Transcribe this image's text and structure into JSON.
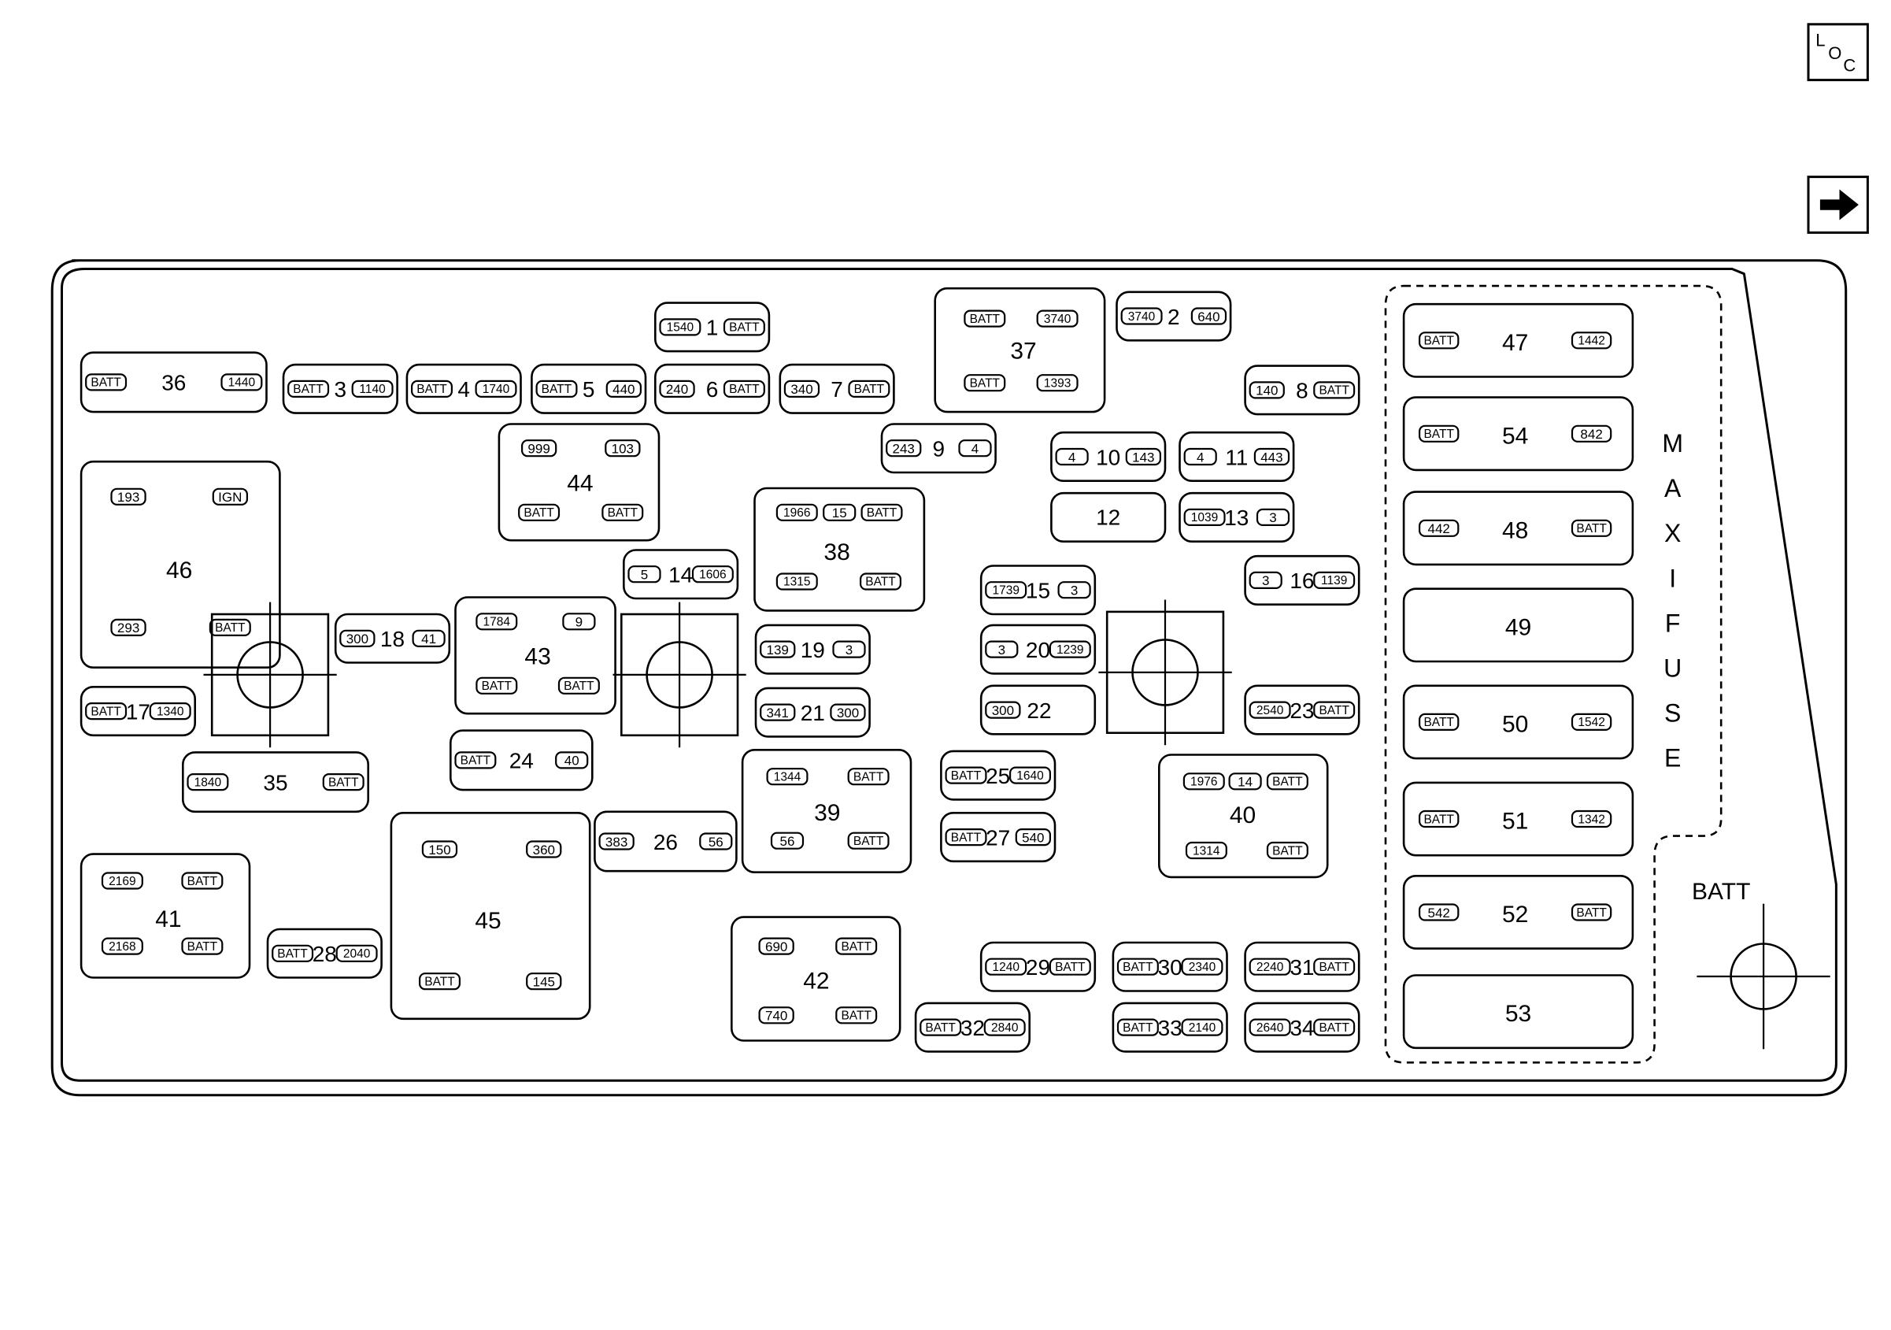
{
  "buttons": {
    "locator": {
      "letters": [
        "L",
        "O",
        "C"
      ]
    },
    "next": {}
  },
  "side_label": [
    "M",
    "A",
    "X",
    "I",
    "F",
    "U",
    "S",
    "E"
  ],
  "batt_label": "BATT",
  "fuses": [
    {
      "id": "1",
      "left": "1540",
      "right": "BATT"
    },
    {
      "id": "2",
      "left": "3740",
      "right": "640"
    },
    {
      "id": "3",
      "left": "BATT",
      "right": "1140"
    },
    {
      "id": "4",
      "left": "BATT",
      "right": "1740"
    },
    {
      "id": "5",
      "left": "BATT",
      "right": "440"
    },
    {
      "id": "6",
      "left": "240",
      "right": "BATT"
    },
    {
      "id": "7",
      "left": "340",
      "right": "BATT"
    },
    {
      "id": "8",
      "left": "140",
      "right": "BATT"
    },
    {
      "id": "9",
      "left": "243",
      "right": "4"
    },
    {
      "id": "10",
      "left": "4",
      "right": "143"
    },
    {
      "id": "11",
      "left": "4",
      "right": "443"
    },
    {
      "id": "12",
      "left": "",
      "right": ""
    },
    {
      "id": "13",
      "left": "1039",
      "right": "3"
    },
    {
      "id": "14",
      "left": "5",
      "right": "1606"
    },
    {
      "id": "15",
      "left": "1739",
      "right": "3"
    },
    {
      "id": "16",
      "left": "3",
      "right": "1139"
    },
    {
      "id": "17",
      "left": "BATT",
      "right": "1340"
    },
    {
      "id": "18",
      "left": "300",
      "right": "41"
    },
    {
      "id": "19",
      "left": "139",
      "right": "3"
    },
    {
      "id": "20",
      "left": "3",
      "right": "1239"
    },
    {
      "id": "21",
      "left": "341",
      "right": "300"
    },
    {
      "id": "22",
      "left": "300",
      "right": ""
    },
    {
      "id": "23",
      "left": "2540",
      "right": "BATT"
    },
    {
      "id": "24",
      "left": "BATT",
      "right": "40"
    },
    {
      "id": "25",
      "left": "BATT",
      "right": "1640"
    },
    {
      "id": "26",
      "left": "383",
      "right": "56"
    },
    {
      "id": "27",
      "left": "BATT",
      "right": "540"
    },
    {
      "id": "28",
      "left": "BATT",
      "right": "2040"
    },
    {
      "id": "29",
      "left": "1240",
      "right": "BATT"
    },
    {
      "id": "30",
      "left": "BATT",
      "right": "2340"
    },
    {
      "id": "31",
      "left": "2240",
      "right": "BATT"
    },
    {
      "id": "32",
      "left": "BATT",
      "right": "2840"
    },
    {
      "id": "33",
      "left": "BATT",
      "right": "2140"
    },
    {
      "id": "34",
      "left": "2640",
      "right": "BATT"
    },
    {
      "id": "35",
      "left": "1840",
      "right": "BATT"
    },
    {
      "id": "36",
      "left": "BATT",
      "right": "1440"
    }
  ],
  "relays": [
    {
      "id": "37",
      "pins": [
        "BATT",
        "3740",
        "BATT",
        "1393"
      ]
    },
    {
      "id": "38",
      "pins": [
        "1966",
        "15",
        "BATT",
        "1315",
        "BATT"
      ]
    },
    {
      "id": "39",
      "pins": [
        "1344",
        "BATT",
        "56",
        "BATT"
      ]
    },
    {
      "id": "40",
      "pins": [
        "1976",
        "14",
        "BATT",
        "1314",
        "BATT"
      ]
    },
    {
      "id": "41",
      "pins": [
        "2169",
        "BATT",
        "2168",
        "BATT"
      ]
    },
    {
      "id": "42",
      "pins": [
        "690",
        "BATT",
        "740",
        "BATT"
      ]
    },
    {
      "id": "43",
      "pins": [
        "1784",
        "9",
        "BATT",
        "BATT"
      ]
    },
    {
      "id": "44",
      "pins": [
        "999",
        "103",
        "BATT",
        "BATT"
      ]
    },
    {
      "id": "45",
      "pins": [
        "150",
        "360",
        "BATT",
        "145"
      ]
    },
    {
      "id": "46",
      "pins": [
        "193",
        "IGN",
        "293",
        "BATT"
      ]
    }
  ],
  "maxi_fuses": [
    {
      "id": "47",
      "left": "BATT",
      "right": "1442"
    },
    {
      "id": "54",
      "left": "BATT",
      "right": "842"
    },
    {
      "id": "48",
      "left": "442",
      "right": "BATT"
    },
    {
      "id": "49",
      "left": "",
      "right": ""
    },
    {
      "id": "50",
      "left": "BATT",
      "right": "1542"
    },
    {
      "id": "51",
      "left": "BATT",
      "right": "1342"
    },
    {
      "id": "52",
      "left": "542",
      "right": "BATT"
    },
    {
      "id": "53",
      "left": "",
      "right": ""
    }
  ]
}
